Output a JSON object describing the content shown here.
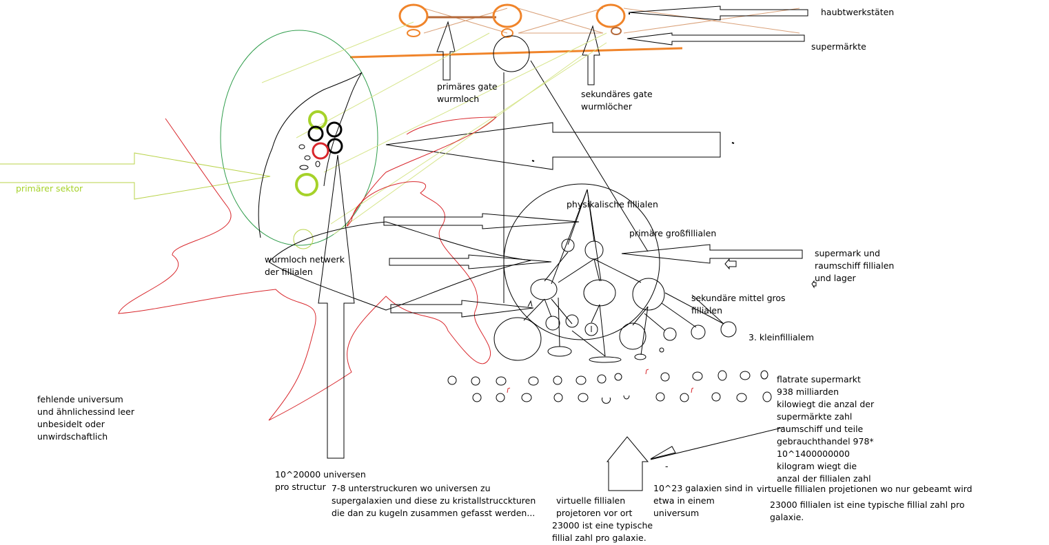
{
  "colors": {
    "orange": "#f0842a",
    "brown": "#b4693a",
    "lime": "#a6d22a",
    "yellow_green": "#d6e58a",
    "green": "#2e9c4a",
    "red": "#d8262b",
    "black": "#000000"
  },
  "labels": {
    "haubtwerkstaeten": "haubtwerkstäten",
    "supermaerkte": "supermärkte",
    "primaeres_gate": [
      "primäres gate",
      "wurmloch"
    ],
    "sekundaeres_gate": [
      "sekundäres gate",
      "wurmlöcher"
    ],
    "primaerer_sektor": "primärer sektor",
    "physikalische_fillialen": "physikalische fillialen",
    "primaere_grossfillialen": "primäre großfillialen",
    "supermark_raumschiff": [
      "supermark und",
      "raumschiff fillialen",
      "und lager"
    ],
    "wurmloch_netwerk": [
      "wurmloch netwerk",
      "der fillialen"
    ],
    "sekundaere_mittel": [
      "sekundäre mittel gros",
      "fillialen"
    ],
    "kleinfillialem": "3. kleinfillialem",
    "fehlende_universum": [
      "fehlende universum",
      "und ähnlichessind leer",
      "unbesidelt oder",
      "unwirdschaftlich"
    ],
    "flatrate": [
      "flatrate supermarkt",
      "938 milliarden",
      "kilowiegt die anzal der",
      "supermärkte zahl",
      "raumschiff und teile",
      "gebrauchthandel 978*",
      "10^1400000000",
      "kilogram wiegt die",
      "anzal der fillialen zahl"
    ],
    "universen_pro_structur": [
      "10^20000 universen",
      "pro structur"
    ],
    "unterstruckuren": [
      "7-8 unterstruckuren wo universen zu",
      "supergalaxien und diese zu kristallstrucckturen",
      "die dan zu kugeln zusammen gefasst werden..."
    ],
    "virtuelle_projetoren": [
      "virtuelle fillialen",
      "projetoren vor ort",
      "23000 ist eine typische",
      "fillial zahl pro galaxie."
    ],
    "galaxien_universum": [
      "10^23 galaxien sind in",
      "etwa in einem",
      "universum"
    ],
    "virtuelle_projetionen": "virtuelle fillialen projetionen wo nur gebeamt wird",
    "fillialen_23000": [
      "23000 fillialen ist eine typische fillial zahl pro",
      "galaxie."
    ],
    "dash": "-"
  }
}
